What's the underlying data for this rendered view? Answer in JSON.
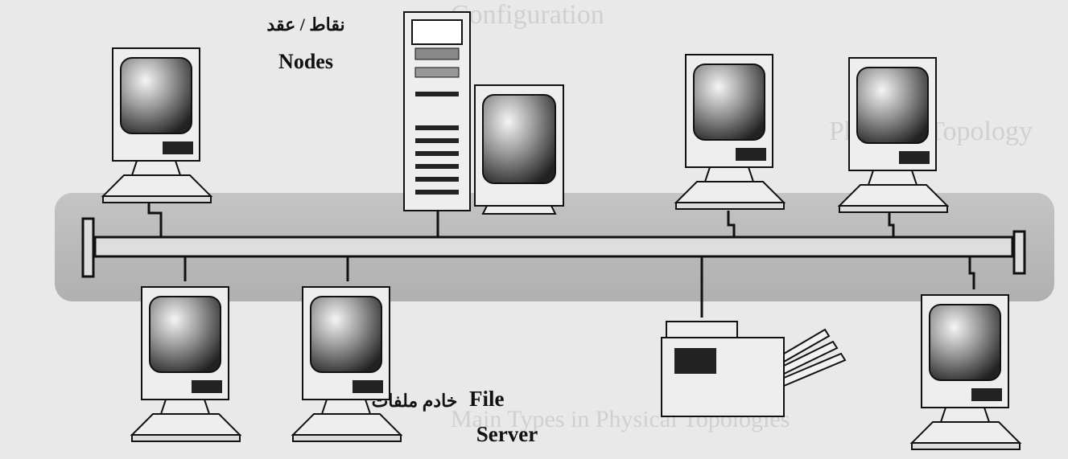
{
  "labels": {
    "nodes_arabic": "نقاط / عقد",
    "nodes_english": "Nodes",
    "file_server_arabic": "خادم ملفات",
    "file_server_english_1": "File",
    "file_server_english_2": "Server"
  },
  "background_text": {
    "line_1": "Configuration",
    "line_2": "Physical Topology",
    "line_3": "Main Types in Physical Topologies"
  },
  "colors": {
    "page_background": "#e9e9e9",
    "backbone_band": "#b9b9b9",
    "line": "#111111",
    "device_fill": "#eeeeee"
  },
  "devices": [
    {
      "type": "workstation",
      "icon": "computer-icon"
    },
    {
      "type": "workstation",
      "icon": "computer-icon"
    },
    {
      "type": "workstation",
      "icon": "computer-icon"
    },
    {
      "type": "workstation",
      "icon": "computer-icon"
    },
    {
      "type": "workstation",
      "icon": "computer-icon"
    },
    {
      "type": "workstation",
      "icon": "computer-icon"
    },
    {
      "type": "file-server",
      "icon": "server-tower-icon"
    },
    {
      "type": "printer",
      "icon": "printer-icon"
    }
  ]
}
